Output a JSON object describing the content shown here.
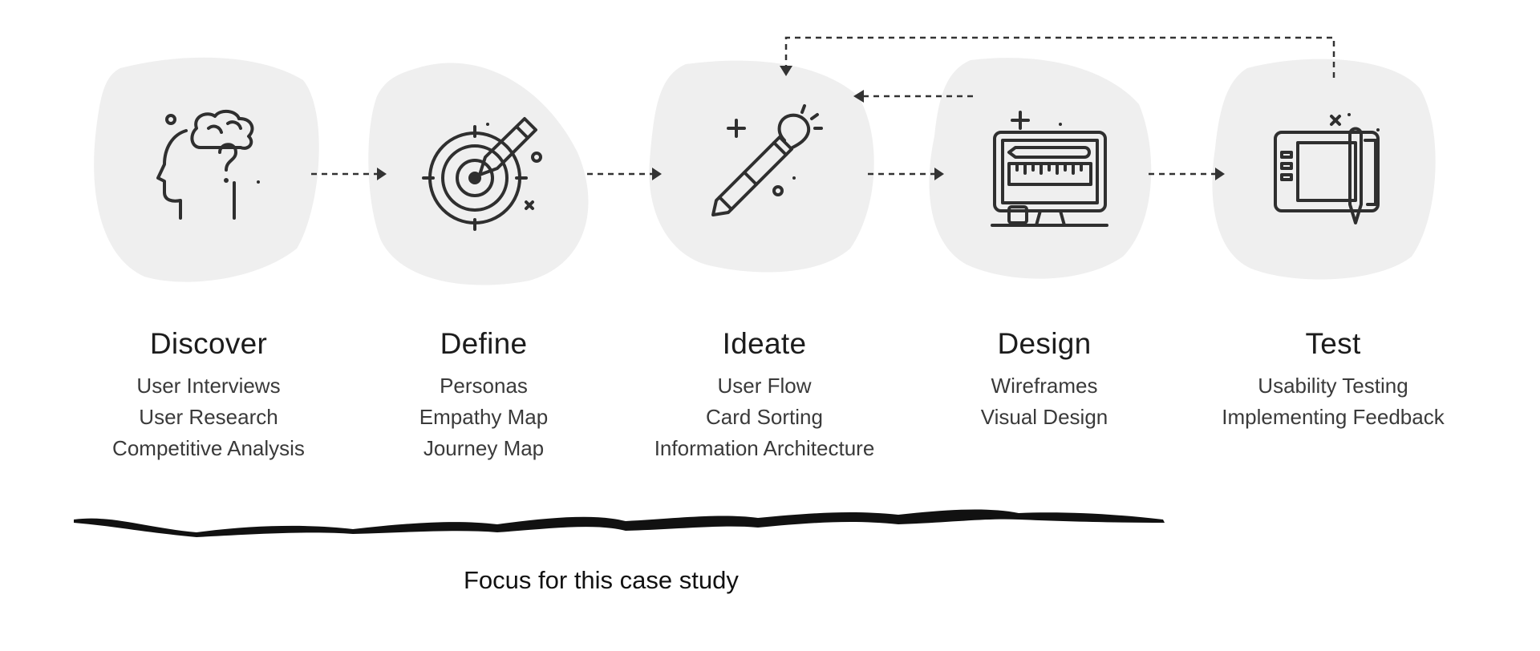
{
  "stages": [
    {
      "name": "Discover",
      "icon": "head-brain-question-icon",
      "activities": [
        "User Interviews",
        "User Research",
        "Competitive Analysis"
      ]
    },
    {
      "name": "Define",
      "icon": "target-pencil-icon",
      "activities": [
        "Personas",
        "Empathy Map",
        "Journey Map"
      ]
    },
    {
      "name": "Ideate",
      "icon": "pencil-lightbulb-icon",
      "activities": [
        "User Flow",
        "Card Sorting",
        "Information Architecture"
      ]
    },
    {
      "name": "Design",
      "icon": "monitor-ruler-icon",
      "activities": [
        "Wireframes",
        "Visual Design"
      ]
    },
    {
      "name": "Test",
      "icon": "tablet-stylus-icon",
      "activities": [
        "Usability Testing",
        "Implementing Feedback"
      ]
    }
  ],
  "focus": {
    "label": "Focus for this case study",
    "covers_stages": [
      "Discover",
      "Define",
      "Ideate",
      "Design"
    ]
  },
  "colors": {
    "blob": "#efefef",
    "ink": "#2f2f2f",
    "arrow": "#333333"
  }
}
